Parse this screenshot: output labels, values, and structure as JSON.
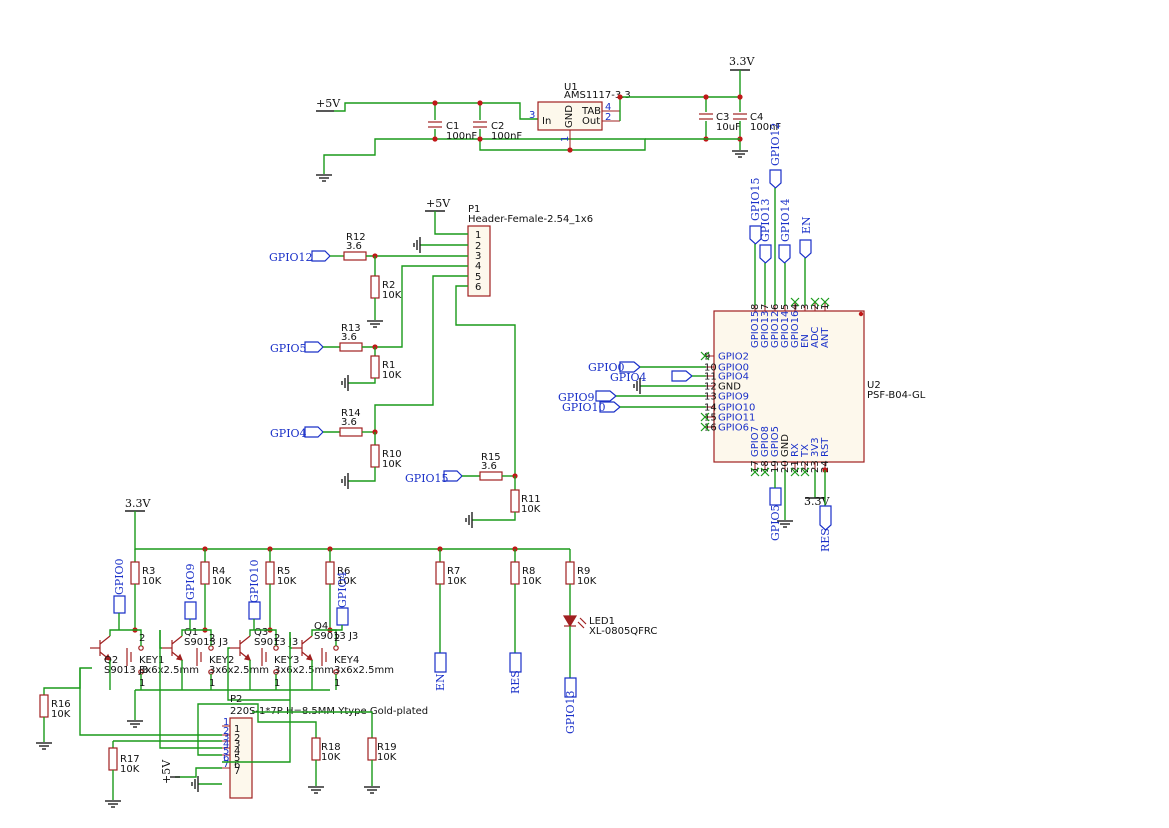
{
  "power": {
    "v5": "+5V",
    "v33": "3.3V"
  },
  "u1": {
    "ref": "U1",
    "value": "AMS1117-3.3",
    "pin_in": "In",
    "pin_gnd": "GND",
    "pin_tab": "TAB",
    "pin_out": "Out",
    "n_in": "3",
    "n_tab": "4",
    "n_out": "2",
    "n_gnd": "1"
  },
  "caps": [
    {
      "ref": "C1",
      "value": "100nF"
    },
    {
      "ref": "C2",
      "value": "100nF"
    },
    {
      "ref": "C3",
      "value": "10uF"
    },
    {
      "ref": "C4",
      "value": "100nF"
    }
  ],
  "p1": {
    "ref": "P1",
    "value": "Header-Female-2.54_1x6",
    "pins": [
      "1",
      "2",
      "3",
      "4",
      "5",
      "6"
    ]
  },
  "p2": {
    "ref": "P2",
    "value": "220S-1*7P H=8.5MM Ytype Gold-plated",
    "pins": [
      "1",
      "2",
      "3",
      "4",
      "5",
      "6",
      "7"
    ]
  },
  "resistors": {
    "r12": {
      "ref": "R12",
      "value": "3.6"
    },
    "r13": {
      "ref": "R13",
      "value": "3.6"
    },
    "r14": {
      "ref": "R14",
      "value": "3.6"
    },
    "r15": {
      "ref": "R15",
      "value": "3.6"
    },
    "r1": {
      "ref": "R1",
      "value": "10K"
    },
    "r2": {
      "ref": "R2",
      "value": "10K"
    },
    "r10": {
      "ref": "R10",
      "value": "10K"
    },
    "r11": {
      "ref": "R11",
      "value": "10K"
    },
    "r3": {
      "ref": "R3",
      "value": "10K"
    },
    "r4": {
      "ref": "R4",
      "value": "10K"
    },
    "r5": {
      "ref": "R5",
      "value": "10K"
    },
    "r6": {
      "ref": "R6",
      "value": "10K"
    },
    "r7": {
      "ref": "R7",
      "value": "10K"
    },
    "r8": {
      "ref": "R8",
      "value": "10K"
    },
    "r9": {
      "ref": "R9",
      "value": "10K"
    },
    "r16": {
      "ref": "R16",
      "value": "10K"
    },
    "r17": {
      "ref": "R17",
      "value": "10K"
    },
    "r18": {
      "ref": "R18",
      "value": "10K"
    },
    "r19": {
      "ref": "R19",
      "value": "10K"
    }
  },
  "transistors": [
    {
      "ref": "Q1",
      "value": "S9013 J3"
    },
    {
      "ref": "Q2",
      "value": "S9013 J3"
    },
    {
      "ref": "Q3",
      "value": "S9013 J3"
    },
    {
      "ref": "Q4",
      "value": "S9013 J3"
    }
  ],
  "keys": [
    {
      "ref": "KEY1",
      "value": "3x6x2.5mm"
    },
    {
      "ref": "KEY2",
      "value": "3x6x2.5mm"
    },
    {
      "ref": "KEY3",
      "value": "3x6x2.5mm"
    },
    {
      "ref": "KEY4",
      "value": "3x6x2.5mm"
    }
  ],
  "led": {
    "ref": "LED1",
    "value": "XL-0805QFRC"
  },
  "u2": {
    "ref": "U2",
    "value": "PSF-B04-GL",
    "top_pins": [
      {
        "name": "GPIO15",
        "num": "8"
      },
      {
        "name": "GPIO13",
        "num": "7"
      },
      {
        "name": "GPIO12",
        "num": "6"
      },
      {
        "name": "GPIO14",
        "num": "5"
      },
      {
        "name": "GPIO16",
        "num": "4"
      },
      {
        "name": "EN",
        "num": "3"
      },
      {
        "name": "ADC",
        "num": "2"
      },
      {
        "name": "ANT",
        "num": "1"
      }
    ],
    "left_pins": [
      {
        "name": "GPIO2",
        "num": "9"
      },
      {
        "name": "GPIO0",
        "num": "10"
      },
      {
        "name": "GPIO4",
        "num": "11"
      },
      {
        "name": "GND",
        "num": "12"
      },
      {
        "name": "GPIO9",
        "num": "13"
      },
      {
        "name": "GPIO10",
        "num": "14"
      },
      {
        "name": "GPIO11",
        "num": "15"
      },
      {
        "name": "GPIO6",
        "num": "16"
      }
    ],
    "bottom_pins": [
      {
        "name": "GPIO7",
        "num": "17"
      },
      {
        "name": "GPIO8",
        "num": "18"
      },
      {
        "name": "GPIO5",
        "num": "19"
      },
      {
        "name": "GND",
        "num": "20"
      },
      {
        "name": "RX",
        "num": "21"
      },
      {
        "name": "TX",
        "num": "22"
      },
      {
        "name": "3V3",
        "num": "23"
      },
      {
        "name": "RST",
        "num": "24"
      }
    ]
  },
  "nets": {
    "gpio12": "GPIO12",
    "gpio5": "GPIO5",
    "gpio4": "GPIO4",
    "gpio15": "GPIO15",
    "gpio13": "GPIO13",
    "gpio14": "GPIO14",
    "gpio0": "GPIO0",
    "gpio9": "GPIO9",
    "gpio10": "GPIO10",
    "en": "EN",
    "res": "RES"
  }
}
